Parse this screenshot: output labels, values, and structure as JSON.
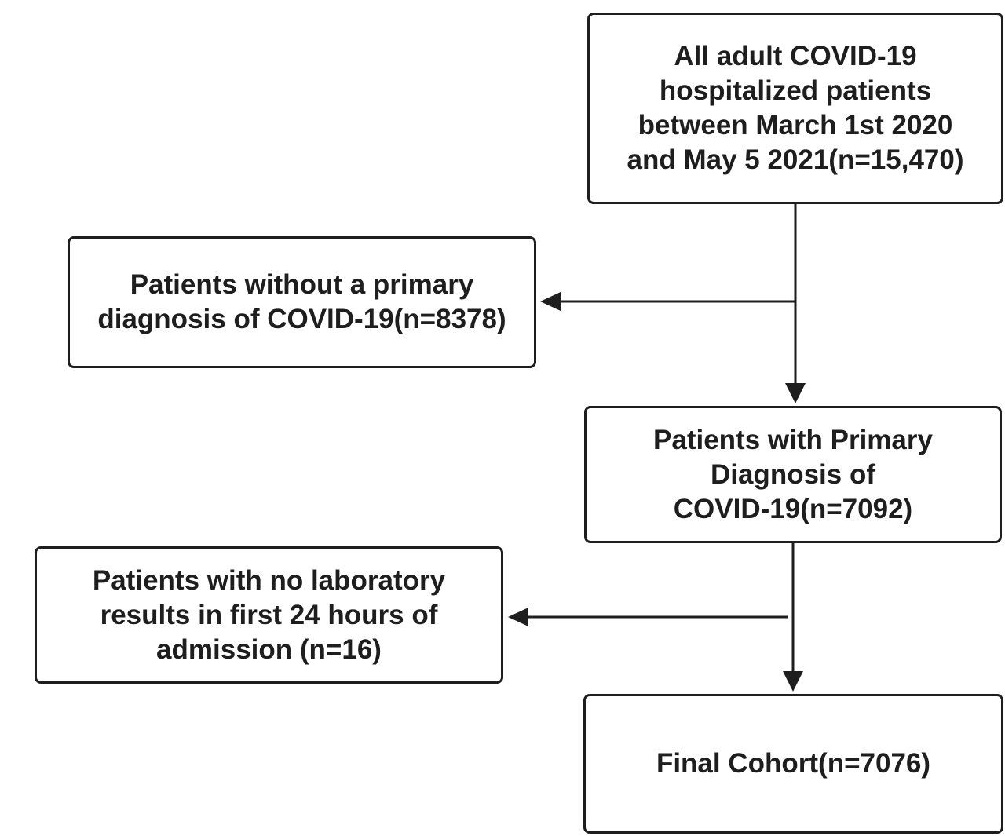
{
  "flowchart": {
    "boxes": {
      "all_patients": "All adult COVID-19\nhospitalized patients\nbetween March 1st 2020\nand May 5 2021(n=15,470)",
      "excluded_no_primary": "Patients without a primary\ndiagnosis of COVID-19(n=8378)",
      "primary_diagnosis": "Patients with Primary\nDiagnosis of\nCOVID-19(n=7092)",
      "excluded_no_labs": "Patients with no laboratory\nresults in first 24 hours of\nadmission (n=16)",
      "final_cohort": "Final Cohort(n=7076)"
    },
    "colors": {
      "line": "#1e1e1e",
      "box_border": "#1e1e1e",
      "background": "#ffffff"
    }
  }
}
